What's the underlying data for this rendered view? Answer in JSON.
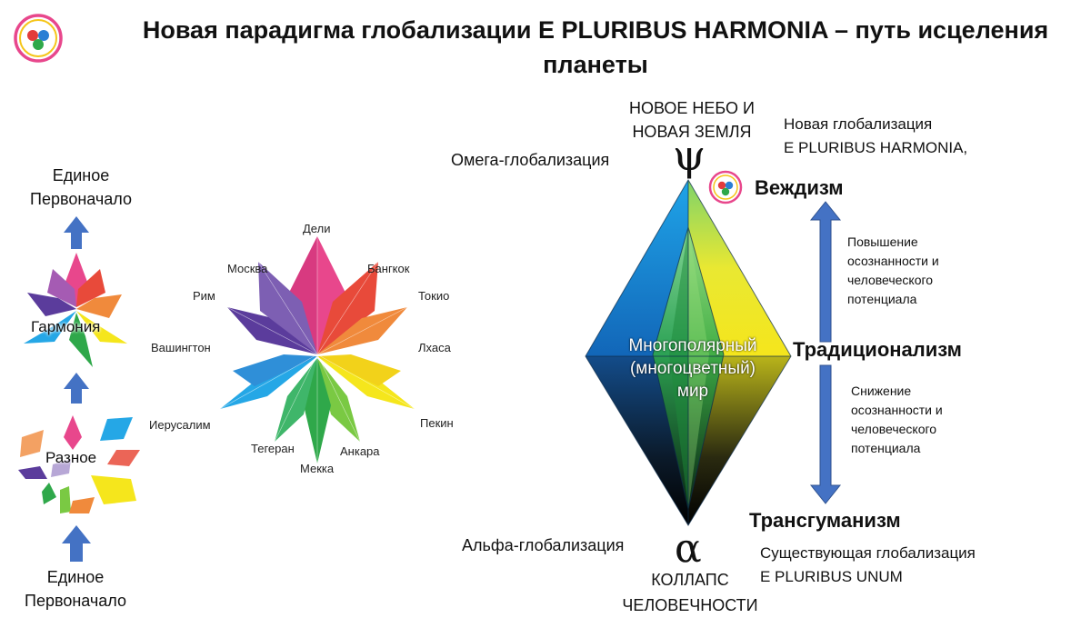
{
  "title": "Новая парадигма глобализации E PLURIBUS HARMONIA – путь исцеления планеты",
  "left_column": {
    "top_label_line1": "Единое",
    "top_label_line2": "Первоначало",
    "harmony_label": "Гармония",
    "diverse_label": "Разное",
    "bottom_label_line1": "Единое",
    "bottom_label_line2": "Первоначало"
  },
  "flower_cities": {
    "delhi": "Дели",
    "moscow": "Москва",
    "bangkok": "Бангкок",
    "rome": "Рим",
    "tokyo": "Токио",
    "washington": "Вашингтон",
    "lhasa": "Лхаса",
    "jerusalem": "Иерусалим",
    "beijing": "Пекин",
    "tehran": "Тегеран",
    "ankara": "Анкара",
    "mecca": "Мекка"
  },
  "diamond": {
    "top_caption_line1": "НОВОЕ НЕБО И",
    "top_caption_line2": "НОВАЯ ЗЕМЛЯ",
    "omega_label": "Омега-глобализация",
    "psi_symbol": "ψ",
    "center_line1": "Многополярный",
    "center_line2": "(многоцветный)",
    "center_line3": "мир",
    "alpha_label": "Альфа-глобализация",
    "alpha_symbol": "α",
    "bottom_caption_line1": "КОЛЛАПС",
    "bottom_caption_line2": "ЧЕЛОВЕЧНОСТИ"
  },
  "right_column": {
    "new_glob_line1": "Новая глобализация",
    "new_glob_line2": "E PLURIBUS HARMONIA,",
    "vedism": "Веждизм",
    "increase_line1": "Повышение",
    "increase_line2": "осознанности и",
    "increase_line3": "человеческого",
    "increase_line4": "потенциала",
    "traditionalism": "Традиционализм",
    "decrease_line1": "Снижение",
    "decrease_line2": "осознанности и",
    "decrease_line3": "человеческого",
    "decrease_line4": "потенциала",
    "transhumanism": "Трансгуманизм",
    "existing_line1": "Существующая глобализация",
    "existing_line2": "E PLURIBUS UNUM"
  },
  "colors": {
    "arrow_blue": "#4472c4",
    "petal_pink": "#e8478c",
    "petal_red": "#e84a3a",
    "petal_orange": "#f08a3c",
    "petal_yellow": "#f5e61c",
    "petal_green": "#2fa84a",
    "petal_blue": "#25a7e6",
    "petal_violet": "#5b3c9c",
    "logo_ring": "#e8478c"
  }
}
